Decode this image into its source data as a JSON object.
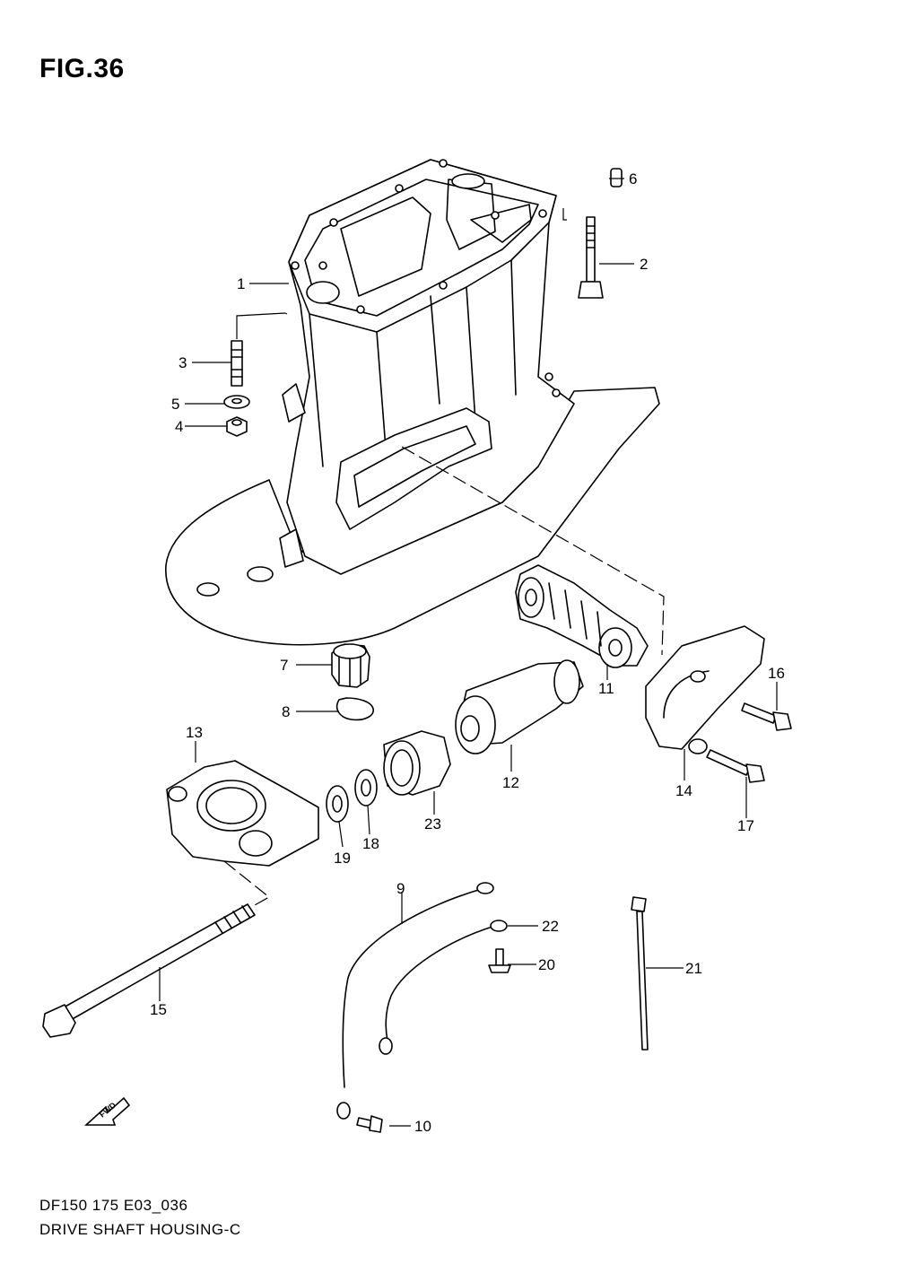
{
  "figure": {
    "title": "FIG.36",
    "model_code": "DF150 175 E03_036",
    "caption": "DRIVE SHAFT HOUSING-C",
    "fwd_label": "FWD"
  },
  "callouts": [
    {
      "id": "1",
      "label": "1"
    },
    {
      "id": "2",
      "label": "2"
    },
    {
      "id": "3",
      "label": "3"
    },
    {
      "id": "4",
      "label": "4"
    },
    {
      "id": "5",
      "label": "5"
    },
    {
      "id": "6",
      "label": "6"
    },
    {
      "id": "7",
      "label": "7"
    },
    {
      "id": "8",
      "label": "8"
    },
    {
      "id": "9",
      "label": "9"
    },
    {
      "id": "10",
      "label": "10"
    },
    {
      "id": "11",
      "label": "11"
    },
    {
      "id": "12",
      "label": "12"
    },
    {
      "id": "13",
      "label": "13"
    },
    {
      "id": "14",
      "label": "14"
    },
    {
      "id": "15",
      "label": "15"
    },
    {
      "id": "16",
      "label": "16"
    },
    {
      "id": "17",
      "label": "17"
    },
    {
      "id": "18",
      "label": "18"
    },
    {
      "id": "19",
      "label": "19"
    },
    {
      "id": "20",
      "label": "20"
    },
    {
      "id": "21",
      "label": "21"
    },
    {
      "id": "22",
      "label": "22"
    },
    {
      "id": "23",
      "label": "23"
    }
  ]
}
